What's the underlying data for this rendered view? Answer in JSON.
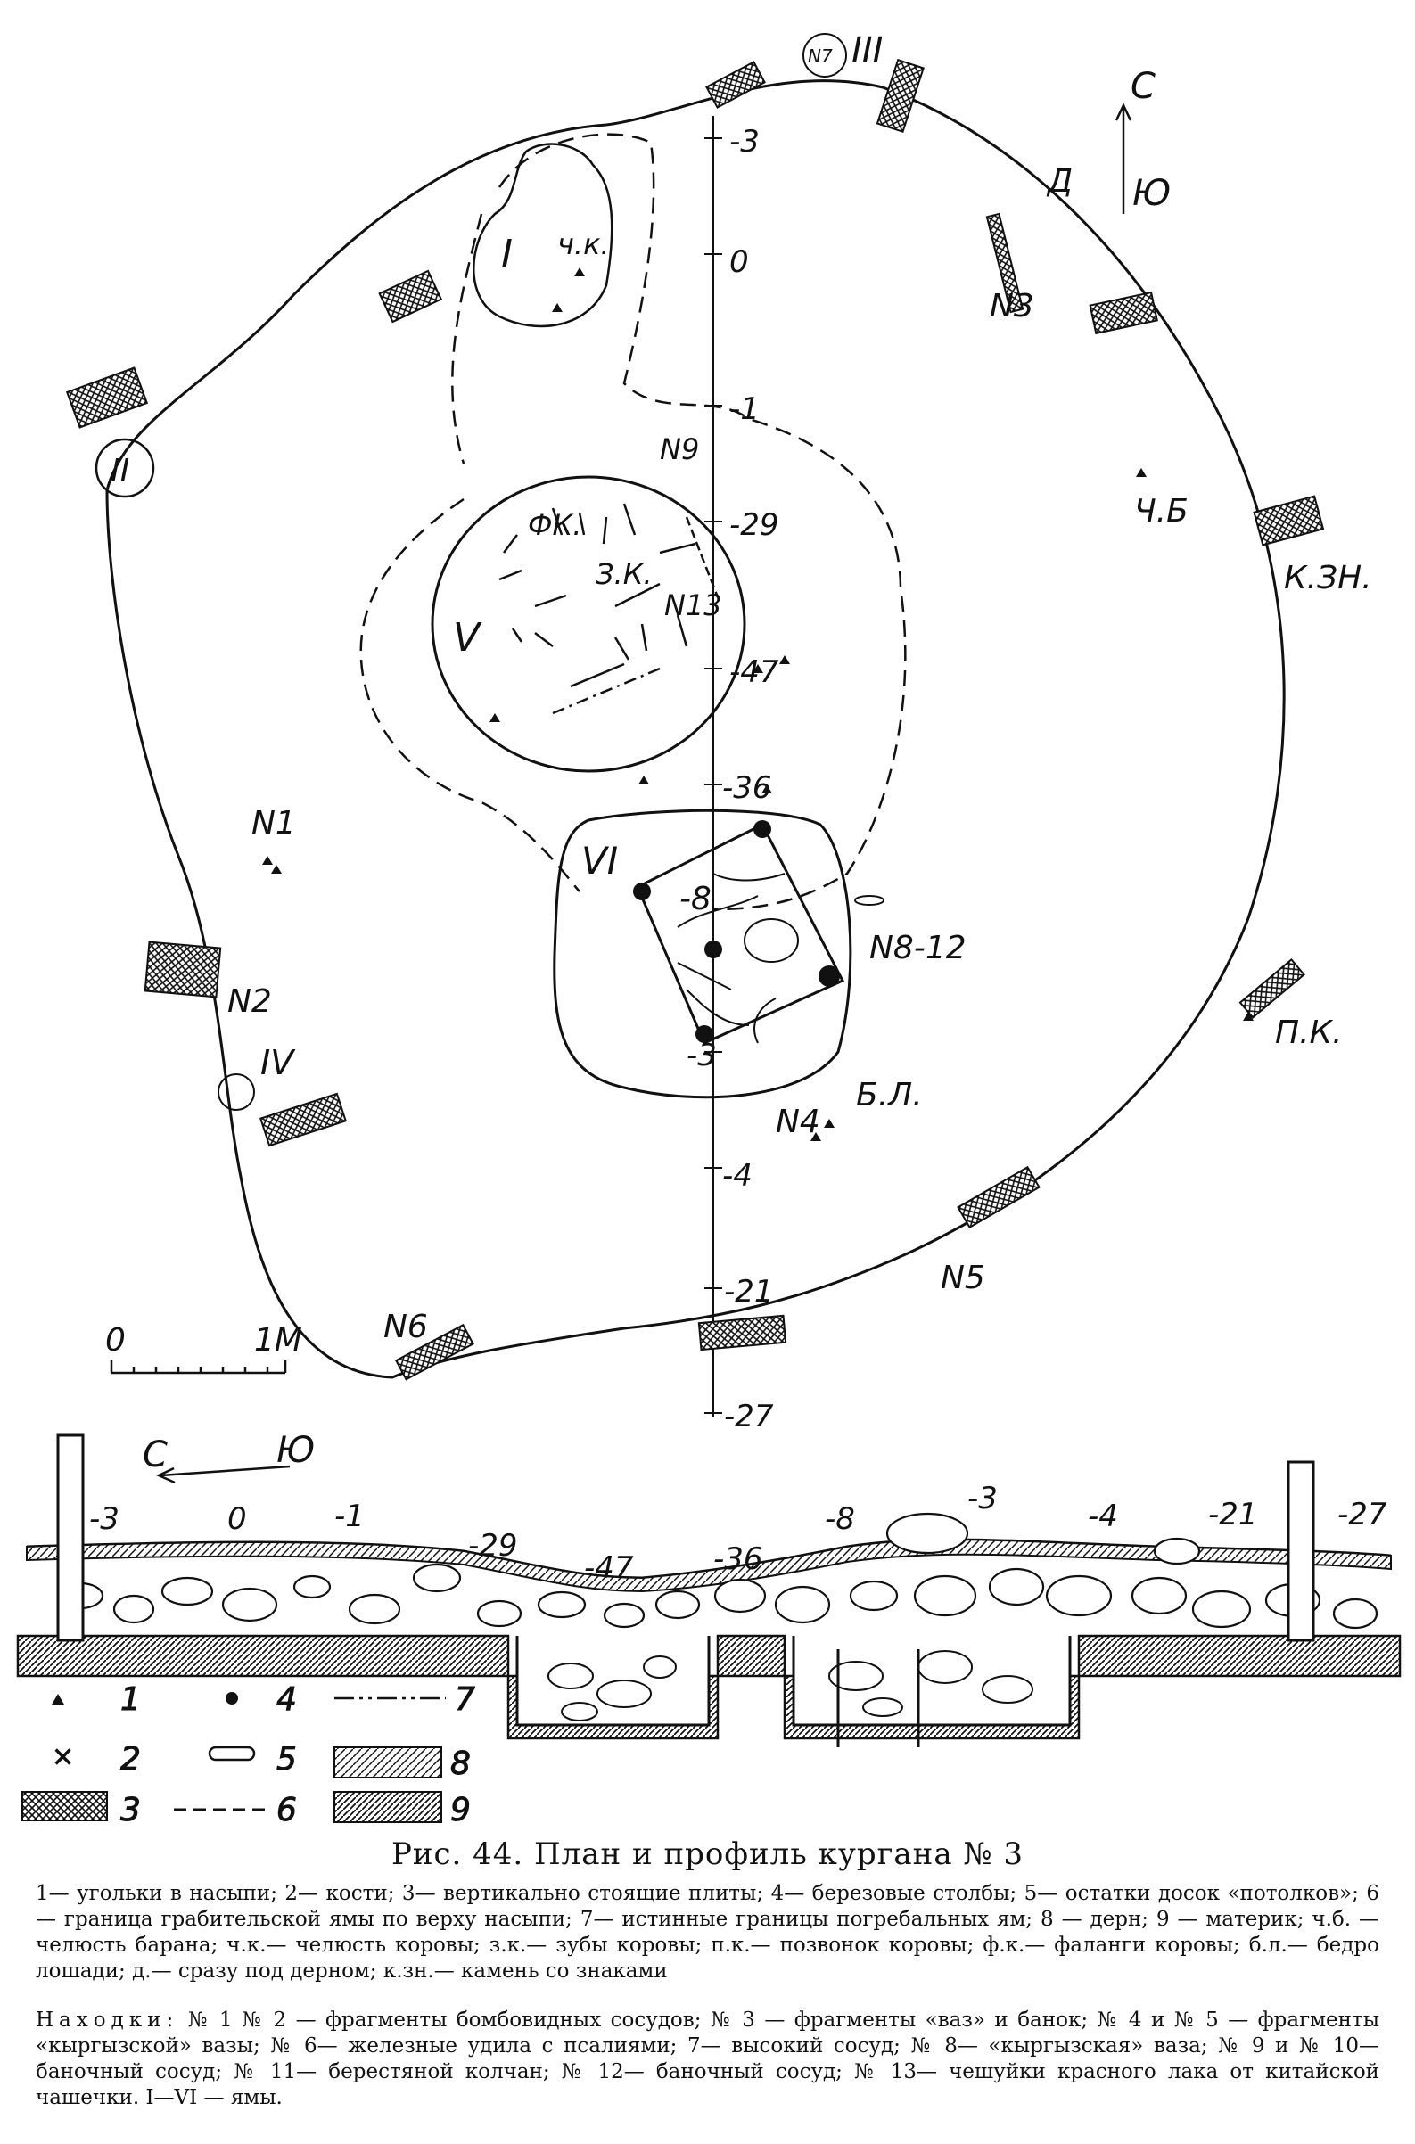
{
  "plan": {
    "north": "С",
    "south": "Ю",
    "roman": [
      "I",
      "II",
      "III",
      "IV",
      "V",
      "VI"
    ],
    "pit_labels": {
      "chk": "ч.к.",
      "fk": "ФК.",
      "zk": "З.К."
    },
    "centerline_marks": [
      "-3",
      "0",
      "-1",
      "-29",
      "-47",
      "-36",
      "-8",
      "-3",
      "-4",
      "-21",
      "-27"
    ],
    "finds": [
      "N1",
      "N2",
      "N3",
      "N4",
      "N5",
      "N6",
      "N7",
      "N8-12",
      "N9",
      "N13"
    ],
    "notes": {
      "d": "Д",
      "chb": "Ч.Б",
      "kzn": "К.ЗН.",
      "pk": "П.К.",
      "bl": "Б.Л."
    },
    "scale": {
      "zero": "0",
      "one": "1М"
    }
  },
  "profile": {
    "north": "С",
    "south": "Ю",
    "marks": [
      "-3",
      "0",
      "-1",
      "-29",
      "-47",
      "-36",
      "-8",
      "-3",
      "-4",
      "-21",
      "-27"
    ]
  },
  "legend": [
    "1",
    "2",
    "3",
    "4",
    "5",
    "6",
    "7",
    "8",
    "9"
  ],
  "caption": {
    "title": "Рис. 44. План и профиль кургана № 3",
    "legend_text": "1— угольки в насыпи; 2— кости; 3— вертикально стоящие плиты; 4— березовые столбы; 5— остатки досок «потолков»; 6 — граница грабительской ямы по верху насыпи; 7— истинные границы погребальных ям; 8 — дерн; 9 — материк; ч.б. — челюсть барана; ч.к.— челюсть коровы; з.к.— зубы коровы; п.к.— позвонок коровы; ф.к.— фаланги коровы; б.л.— бедро лошади; д.— сразу под дерном; к.зн.— камень со знаками",
    "finds_label": "Находки:",
    "finds_text": "№ 1 № 2 — фрагменты бомбовидных сосудов; № 3 — фрагменты «ваз» и банок; № 4 и № 5 — фрагменты «кыргызской» вазы; № 6— железные удила с псалиями; 7— высокий сосуд; № 8— «кыргызская» ваза; № 9 и № 10— баночный сосуд; № 11— берестяной колчан; № 12— баночный сосуд; № 13— чешуйки красного лака от китайской чашечки. I—VI — ямы."
  }
}
